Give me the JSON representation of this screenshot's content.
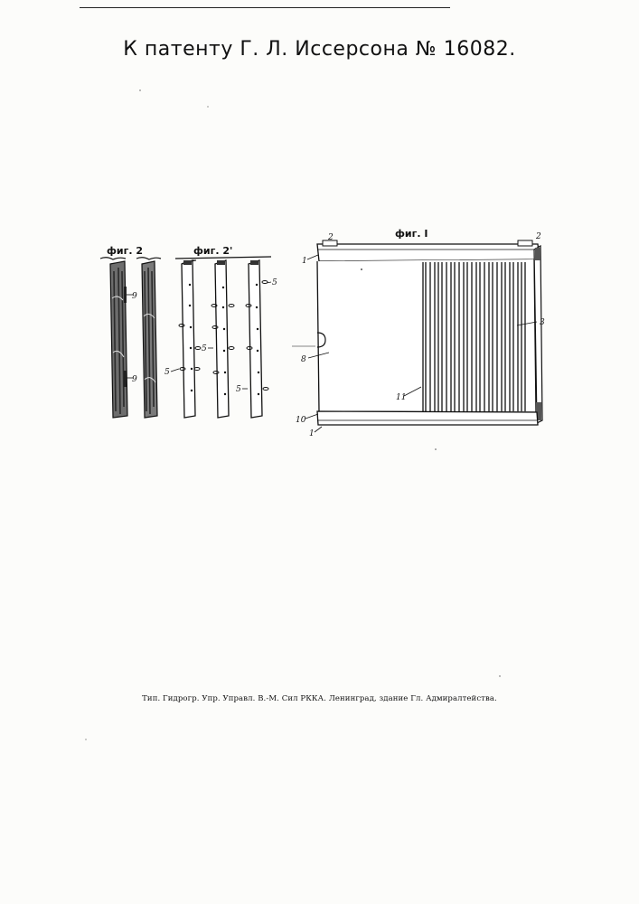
{
  "header": {
    "title": "К патенту Г. Л. Иссерсона № 16082."
  },
  "figures": {
    "fig1": {
      "caption": "фиг. I",
      "labels": {
        "l1_top": "1",
        "l1_bottom": "1",
        "l2_left": "2",
        "l2_right": "2",
        "l3": "3",
        "l8": "8",
        "l10": "10",
        "l11": "11"
      }
    },
    "fig2": {
      "caption": "фиг. 2",
      "labels": {
        "l9_top": "9",
        "l9_bottom": "9"
      }
    },
    "fig2a": {
      "caption": "фиг. 2'",
      "labels": {
        "l5_a": "5",
        "l5_b": "5",
        "l5_c": "5",
        "l5_d": "5"
      }
    }
  },
  "footer": {
    "imprint": "Тип. Гидрогр. Упр. Управл. В.-М. Сил РККА. Ленинград, здание Гл. Адмиралтейства."
  }
}
